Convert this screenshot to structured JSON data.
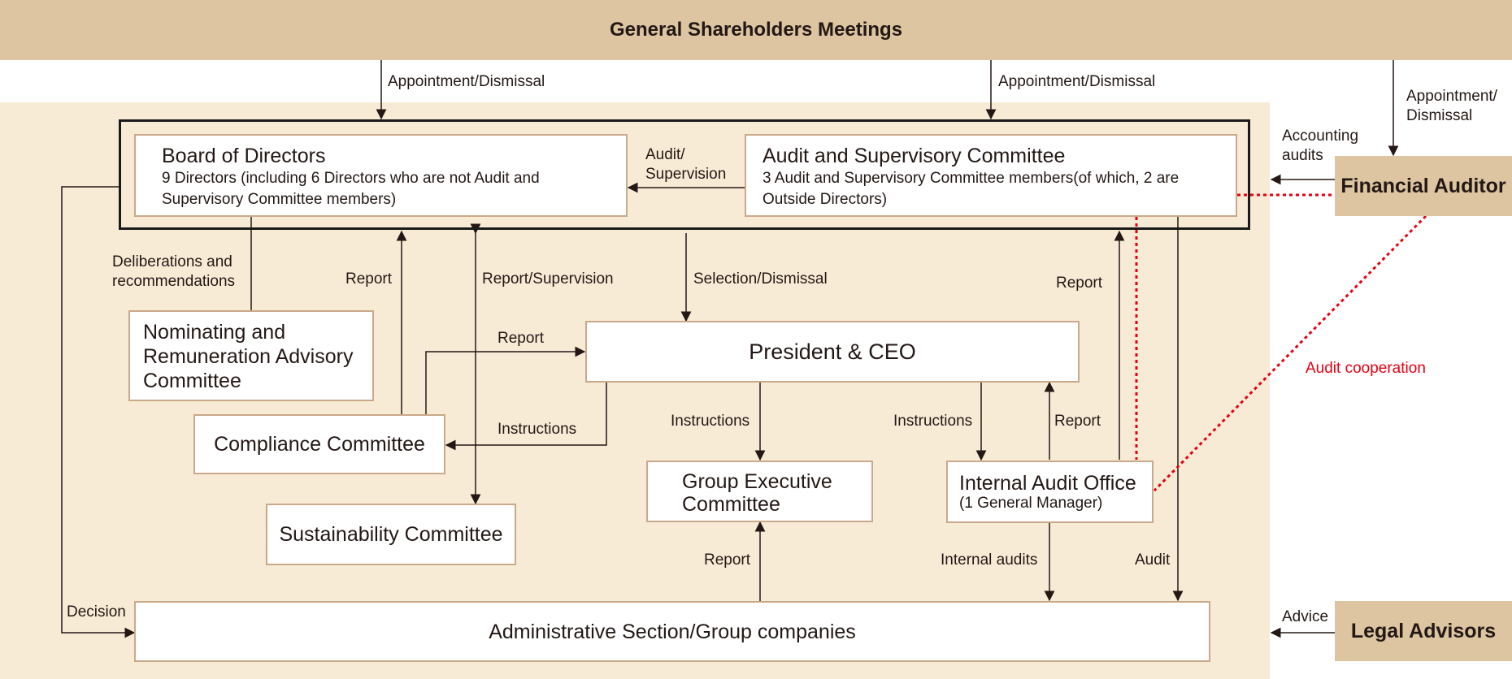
{
  "header": {
    "title": "General Shareholders Meetings"
  },
  "boxes": {
    "board": {
      "title": "Board of Directors",
      "subtitle": "9 Directors (including 6 Directors who are not Audit and Supervisory Committee members)"
    },
    "audit_committee": {
      "title": "Audit and Supervisory Committee",
      "subtitle": "3 Audit and Supervisory Committee members(of which, 2 are Outside Directors)"
    },
    "nominating": {
      "title": "Nominating and Remuneration Advisory Committee"
    },
    "president": {
      "title": "President & CEO"
    },
    "compliance": {
      "title": "Compliance Committee"
    },
    "sustainability": {
      "title": "Sustainability Committee"
    },
    "group_exec": {
      "title": "Group Executive Committee"
    },
    "internal_audit": {
      "title": "Internal Audit Office",
      "subtitle": "(1 General Manager)"
    },
    "admin": {
      "title": "Administrative Section/Group companies"
    },
    "financial_auditor": {
      "title": "Financial Auditor"
    },
    "legal_advisors": {
      "title": "Legal Advisors"
    }
  },
  "labels": {
    "appointment_left": "Appointment/Dismissal",
    "appointment_mid": "Appointment/Dismissal",
    "appointment_right": "Appointment/\nDismissal",
    "accounting_audits": "Accounting\naudits",
    "audit_supervision": "Audit/\nSupervision",
    "deliberations": "Deliberations and\nrecommendations",
    "report_board": "Report",
    "report_supervision": "Report/Supervision",
    "selection_dismissal": "Selection/Dismissal",
    "report_audit_committee": "Report",
    "report_president": "Report",
    "instructions_compliance": "Instructions",
    "instructions_group": "Instructions",
    "instructions_internal": "Instructions",
    "report_internal": "Report",
    "audit_cooperation": "Audit cooperation",
    "report_admin": "Report",
    "internal_audits": "Internal audits",
    "audit": "Audit",
    "decision": "Decision",
    "advice": "Advice"
  },
  "colors": {
    "band": "#dcc5a0",
    "panel": "#f8ebd6",
    "box_border": "#c9a98a",
    "line": "#231815",
    "audit_cooperation": "#e60012"
  }
}
